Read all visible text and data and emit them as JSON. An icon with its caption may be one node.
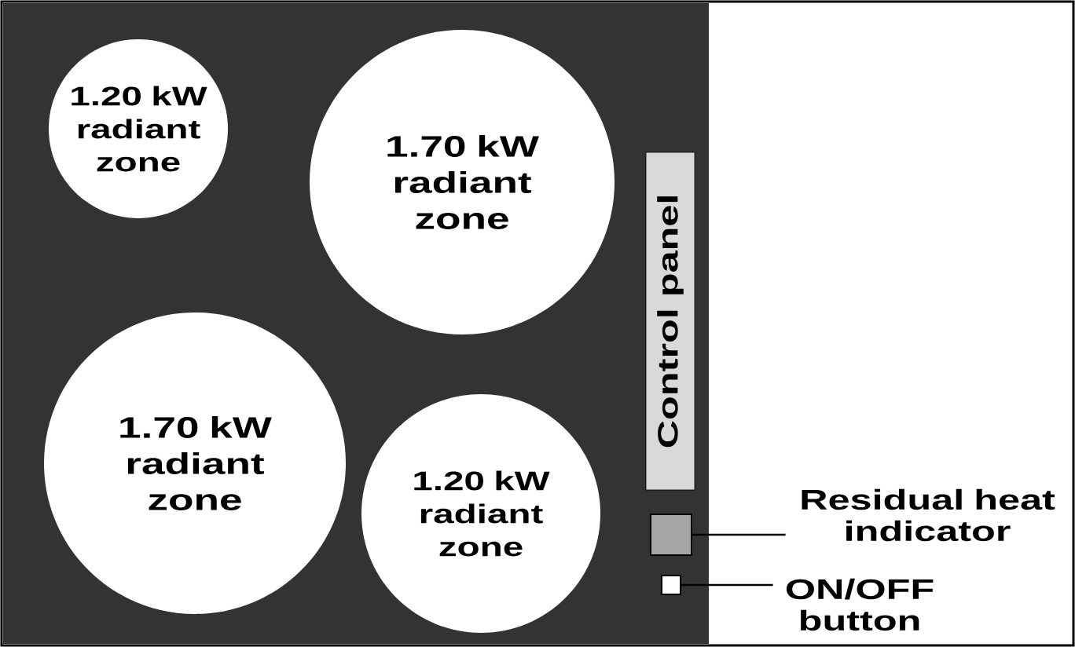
{
  "diagram": {
    "nodes": [
      {
        "text": [
          "1.20 kW radiant zone"
        ]
      },
      {
        "text": [
          "1.70 kW radiant zone"
        ]
      },
      {
        "text": [
          "1.70 kW radiant zone"
        ]
      },
      {
        "text": [
          "1.20 kW radiant zone"
        ]
      },
      {
        "text": [
          "Control panel"
        ]
      },
      {
        "text": [],
        "shape": "box"
      },
      {
        "text": [],
        "shape": "box"
      },
      {
        "text": [
          "Residual heat indicator"
        ]
      },
      {
        "text": [
          "ON/OFF button"
        ]
      }
    ],
    "edges": [
      {
        "from": 7,
        "to": 5,
        "arrow": "none"
      },
      {
        "from": 8,
        "to": 6,
        "arrow": "none"
      }
    ]
  }
}
